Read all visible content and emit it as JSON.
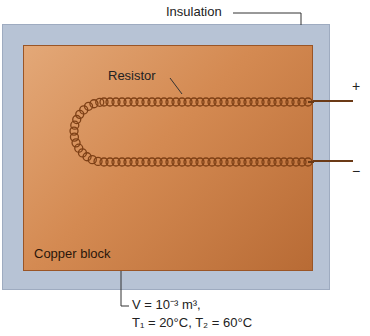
{
  "diagram": {
    "nodes": [
      {
        "text": [
          "Insulation"
        ]
      },
      {
        "text": [
          "Copper block"
        ],
        "in": 0
      }
    ],
    "labels": [
      "Resistor",
      "+",
      "−",
      "V = 10⁻³ m³,",
      "T₁ = 20°C, T₂ = 60°C"
    ]
  }
}
